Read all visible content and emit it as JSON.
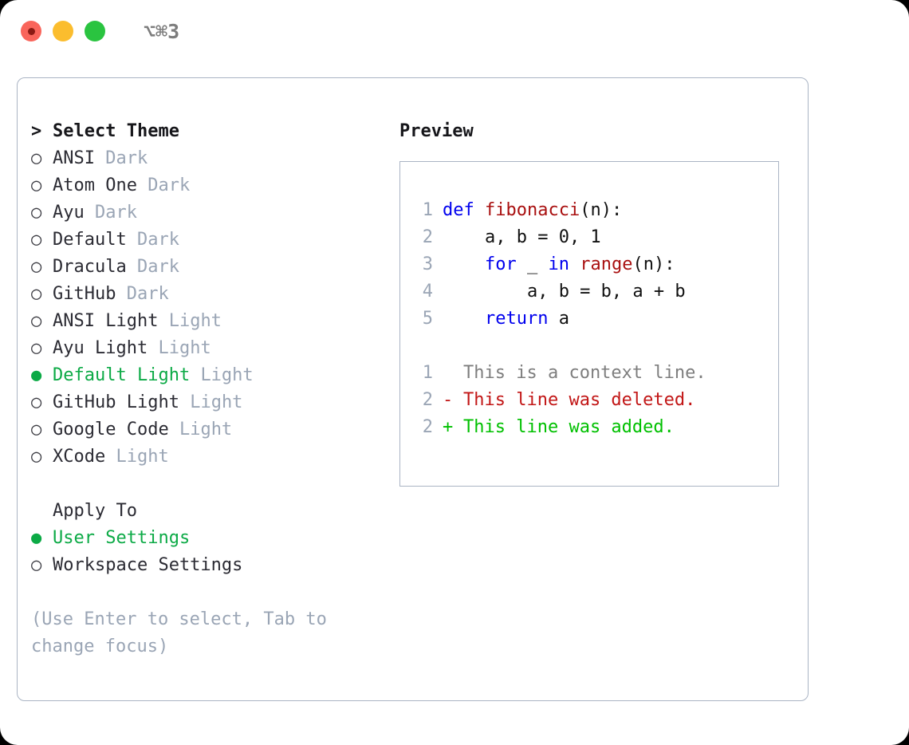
{
  "titlebar": {
    "lights": [
      {
        "name": "close-button",
        "color": "#f9655b"
      },
      {
        "name": "minimize-button",
        "color": "#fbbd2e"
      },
      {
        "name": "maximize-button",
        "color": "#2ac440"
      }
    ],
    "shortcut": "⌥⌘3"
  },
  "theme_section": {
    "header_prefix": ">",
    "header": "Select Theme",
    "items": [
      {
        "marker": "○",
        "label": "ANSI",
        "tag": "Dark",
        "selected": false
      },
      {
        "marker": "○",
        "label": "Atom One",
        "tag": "Dark",
        "selected": false
      },
      {
        "marker": "○",
        "label": "Ayu",
        "tag": "Dark",
        "selected": false
      },
      {
        "marker": "○",
        "label": "Default",
        "tag": "Dark",
        "selected": false
      },
      {
        "marker": "○",
        "label": "Dracula",
        "tag": "Dark",
        "selected": false
      },
      {
        "marker": "○",
        "label": "GitHub",
        "tag": "Dark",
        "selected": false
      },
      {
        "marker": "○",
        "label": "ANSI Light",
        "tag": "Light",
        "selected": false
      },
      {
        "marker": "○",
        "label": "Ayu Light",
        "tag": "Light",
        "selected": false
      },
      {
        "marker": "●",
        "label": "Default Light",
        "tag": "Light",
        "selected": true
      },
      {
        "marker": "○",
        "label": "GitHub Light",
        "tag": "Light",
        "selected": false
      },
      {
        "marker": "○",
        "label": "Google Code",
        "tag": "Light",
        "selected": false
      },
      {
        "marker": "○",
        "label": "XCode",
        "tag": "Light",
        "selected": false
      }
    ]
  },
  "apply_section": {
    "header": "Apply To",
    "items": [
      {
        "marker": "●",
        "label": "User Settings",
        "selected": true
      },
      {
        "marker": "○",
        "label": "Workspace Settings",
        "selected": false
      }
    ]
  },
  "hint": "(Use Enter to select, Tab to change focus)",
  "preview": {
    "title": "Preview",
    "code_lines": [
      {
        "number": "1",
        "tokens": [
          {
            "text": "def ",
            "style": "kw"
          },
          {
            "text": "fibonacci",
            "style": "fn"
          },
          {
            "text": "(n):",
            "style": "punct"
          }
        ]
      },
      {
        "number": "2",
        "tokens": [
          {
            "text": "    a, b = 0, 1",
            "style": "txt"
          }
        ]
      },
      {
        "number": "3",
        "tokens": [
          {
            "text": "    ",
            "style": "txt"
          },
          {
            "text": "for",
            "style": "kw"
          },
          {
            "text": " _ ",
            "style": "txt"
          },
          {
            "text": "in",
            "style": "kw"
          },
          {
            "text": " ",
            "style": "txt"
          },
          {
            "text": "range",
            "style": "fn"
          },
          {
            "text": "(n):",
            "style": "punct"
          }
        ]
      },
      {
        "number": "4",
        "tokens": [
          {
            "text": "        a, b = b, a + b",
            "style": "txt"
          }
        ]
      },
      {
        "number": "5",
        "tokens": [
          {
            "text": "    ",
            "style": "txt"
          },
          {
            "text": "return",
            "style": "kw"
          },
          {
            "text": " a",
            "style": "txt"
          }
        ]
      }
    ],
    "diff_lines": [
      {
        "number": "1",
        "marker": " ",
        "text": "This is a context line.",
        "kind": "context"
      },
      {
        "number": "2",
        "marker": "-",
        "text": "This line was deleted.",
        "kind": "deleted"
      },
      {
        "number": "2",
        "marker": "+",
        "text": "This line was added.",
        "kind": "added"
      }
    ]
  },
  "colors": {
    "accent_green": "#0caa46",
    "muted": "#9aa5b5",
    "text": "#2b2b33",
    "keyword_blue": "#0000ee",
    "function_red": "#a91010",
    "diff_deleted": "#c21616",
    "diff_added": "#00c000",
    "border": "#aab4c4"
  }
}
